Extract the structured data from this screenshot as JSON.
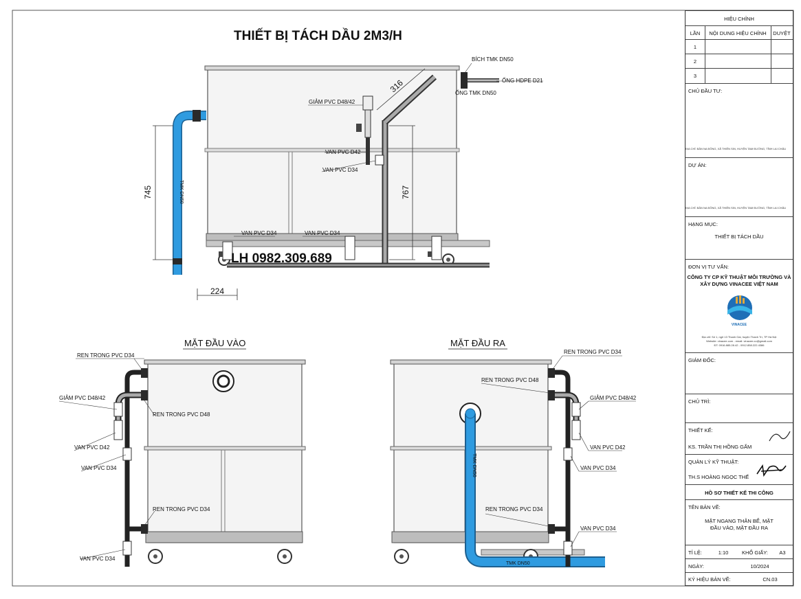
{
  "title": "THIẾT BỊ TÁCH DẦU 2M3/H",
  "watermark_phone": "LH 0982.309.689",
  "top_view": {
    "dims": {
      "d745": "745",
      "d224": "224",
      "d316": "316",
      "d767": "767"
    },
    "labels": {
      "bich_tmk": "BÍCH TMK DN50",
      "ong_hdpe": "ỐNG HDPE D21",
      "ong_tmk": "ỐNG TMK DN50",
      "giam_pvc": "GIẢM PVC D48/42",
      "van_d42": "VAN PVC D42",
      "van_d34_mid": "VAN PVC D34",
      "van_d34_left": "VAN PVC D34",
      "van_d34_center": "VAN PVC D34",
      "tmk_dn50_vert": "TMK DN50"
    }
  },
  "inlet_view": {
    "title": "MẶT ĐẦU VÀO",
    "labels": {
      "ren_d34_top": "REN TRONG PVC D34",
      "giam_d48": "GIẢM PVC D48/42",
      "ren_d48": "REN TRONG PVC D48",
      "van_d42": "VAN PVC D42",
      "van_d34": "VAN PVC D34",
      "ren_d34_bot": "REN TRONG PVC D34",
      "van_d34_bot": "VAN PVC D34"
    }
  },
  "outlet_view": {
    "title": "MẶT ĐẦU RA",
    "labels": {
      "ren_d34_top": "REN TRONG PVC D34",
      "ren_d48": "REN TRONG PVC D48",
      "giam_d48": "GIẢM PVC D48/42",
      "van_d42": "VAN PVC D42",
      "van_d34": "VAN PVC D34",
      "ren_d34_bot": "REN TRONG PVC D34",
      "van_d34_bot": "VAN PVC D34",
      "tmk_dn50_vert": "TMK DN50",
      "tmk_dn50_horiz": "TMK DN50"
    }
  },
  "title_block": {
    "revision_header": "HIỆU CHỈNH",
    "col_lan": "LẦN",
    "col_noidung": "NỘI DUNG HIỆU CHỈNH",
    "col_duyet": "DUYỆT",
    "rev_rows": [
      "1",
      "2",
      "3"
    ],
    "chu_dau_tu": "CHỦ ĐẦU TƯ:",
    "chu_dau_tu_addr": "ĐỊA CHỈ: BẢN NA ĐÔNG, XÃ THIÊN SIN, HUYỆN TAM ĐƯỜNG, TỈNH LAI CHÂU",
    "du_an": "DỰ ÁN:",
    "du_an_addr": "ĐỊA CHỈ: BẢN NA ĐÔNG, XÃ THIÊN SIN, HUYỆN TAM ĐƯỜNG, TỈNH LAI CHÂU",
    "hang_muc": "HẠNG MỤC:",
    "hang_muc_value": "THIẾT BỊ TÁCH DẦU",
    "don_vi": "ĐƠN VỊ TƯ VẤN:",
    "company_line1": "CÔNG TY CP KỸ THUẬT MÔI TRƯỜNG VÀ",
    "company_line2": "XÂY DỰNG VINACEE VIỆT NAM",
    "logo_text": "VINACEE",
    "company_addr": "Địa chỉ: Số 1, ngõ 13 Thanh Oai, huyện Thanh Trì, TP Hà Nội",
    "company_web": "Website: vinacee.com - email: vinacee.co@gmail.com",
    "company_tel": "ĐT: 0916.885.28.42 - 0912.858.222.4386",
    "giam_doc": "GIÁM ĐỐC:",
    "chu_tri": "CHỦ TRÌ:",
    "thiet_ke": "THIẾT KẾ:",
    "thiet_ke_name": "KS. TRẦN THỊ HỒNG GẤM",
    "quan_ly": "QUẢN LÝ KỸ THUẬT:",
    "quan_ly_name": "TH.S HOÀNG NGỌC THẾ",
    "ho_so": "HỒ SƠ THIẾT KẾ THI CÔNG",
    "ten_ban_ve": "TÊN BẢN VẼ:",
    "ten_ban_ve_line1": "MẶT NGANG THÂN BỂ, MẶT",
    "ten_ban_ve_line2": "ĐẦU VÀO, MẶT ĐẦU RA",
    "ti_le": "TỈ LỆ:",
    "ti_le_value": "1:10",
    "kho_giay": "KHỔ GIẤY:",
    "kho_giay_value": "A3",
    "ngay": "NGÀY:",
    "ngay_value": "10/2024",
    "ky_hieu": "KÝ HIỆU BẢN VẼ:",
    "ky_hieu_value": "CN.03"
  },
  "colors": {
    "pipe_blue": "#2f9be0",
    "pipe_dark": "#1d1d1d",
    "outline": "#444444",
    "tank_fill": "#f2f2f2",
    "frame_gray": "#9a9a9a"
  }
}
